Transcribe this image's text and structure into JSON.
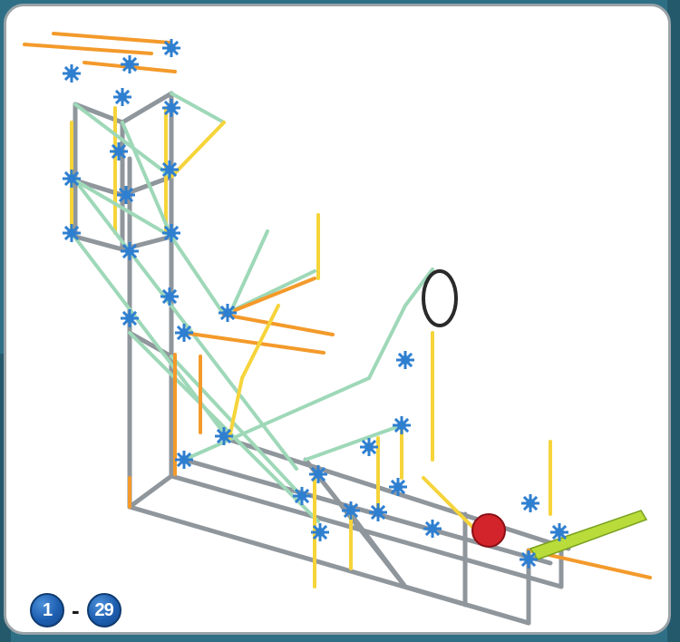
{
  "illustration": {
    "name": "knex-roller-coaster-tower-model",
    "colors": {
      "grey_rod": "#8f969c",
      "yellow_rod": "#f6d43a",
      "green_rod": "#9ed8b8",
      "orange_rod": "#f39a2b",
      "blue_connector": "#2f7fd0",
      "red_gear": "#d2242a",
      "lime_track": "#b9dc3a",
      "black_loop": "#2a2a2a",
      "card_border": "#9aa3a7",
      "background": "#2e6f86"
    }
  },
  "step_range": {
    "start": "1",
    "separator": "-",
    "end": "29"
  }
}
